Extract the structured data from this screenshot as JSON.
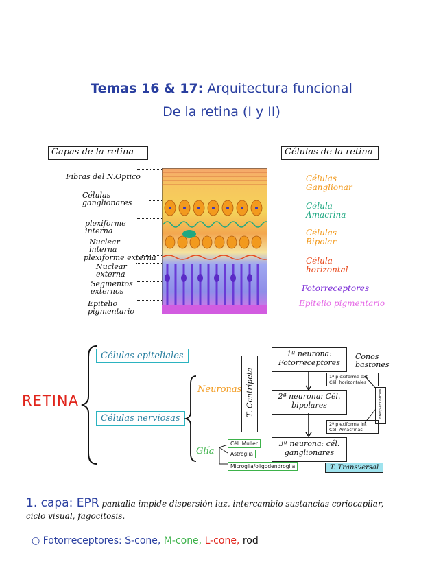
{
  "header": {
    "title_bold": "Temas 16 & 17:",
    "title_rest": " Arquitectura funcional",
    "subtitle": "De la retina (I y II)"
  },
  "layers": {
    "heading": "Capas de la retina",
    "items": [
      {
        "label": "Fibras del N.Optico"
      },
      {
        "label": "Células ganglionares"
      },
      {
        "label": "plexiforme interna"
      },
      {
        "label": "Nuclear interna"
      },
      {
        "label": "plexiforme externa"
      },
      {
        "label": "Nuclear externa"
      },
      {
        "label": "Segmentos externos"
      },
      {
        "label": "Epitelio pigmentario"
      }
    ]
  },
  "cells": {
    "heading": "Células de la retina",
    "items": [
      {
        "label": "Células Ganglionar",
        "color": "#f29a1e"
      },
      {
        "label": "Célula Amacrina",
        "color": "#1fa882"
      },
      {
        "label": "Células Bipolar",
        "color": "#f29a1e"
      },
      {
        "label": "Célula horizontal",
        "color": "#e8491c"
      },
      {
        "label": "Fotorreceptores",
        "color": "#7a2bd6"
      },
      {
        "label": "Epitelio pigmentario",
        "color": "#e66ae6"
      }
    ]
  },
  "diagram": {
    "retina": "RETINA",
    "epiteliales": "Células epiteliales",
    "nerviosas": "Células nerviosas",
    "neuronas": "Neuronas",
    "glia": "Glía",
    "glia_items": [
      "Cél. Muller",
      "Astroglia",
      "Microglia/oligodendroglia"
    ],
    "t_centripeta": "T. Centrípeta",
    "neuron1": "1ª neurona: Fotorreceptores",
    "neuron2": "2ª neurona: Cél. bipolares",
    "neuron3": "3ª neurona: cél. ganglionares",
    "conos": "Conos bastones",
    "plex_ext": "1ª plexiforme ext Cél. horizontales",
    "plex_int": "2ª plexiforme int Cél. Amacrinas",
    "interplex": "Interplexiformes",
    "t_transversal": "T. Transversal"
  },
  "notes": {
    "line1_label": "1. capa: EPR",
    "line1_text": " pantalla impide dispersión luz, intercambio sustancias coriocapilar,",
    "line2_text": "ciclo visual, fagocitosis.",
    "foto_label": "Fotorreceptores:",
    "foto_s": " S-cone,",
    "foto_m": " M-cone,",
    "foto_l": " L-cone,",
    "foto_rod": " rod"
  },
  "colors": {
    "title_blue": "#2a3fa0",
    "retina_red": "#e0251c",
    "cyan_box": "#2bb3c0",
    "neuronas_orange": "#f29a1e",
    "glia_green": "#3db24a"
  }
}
